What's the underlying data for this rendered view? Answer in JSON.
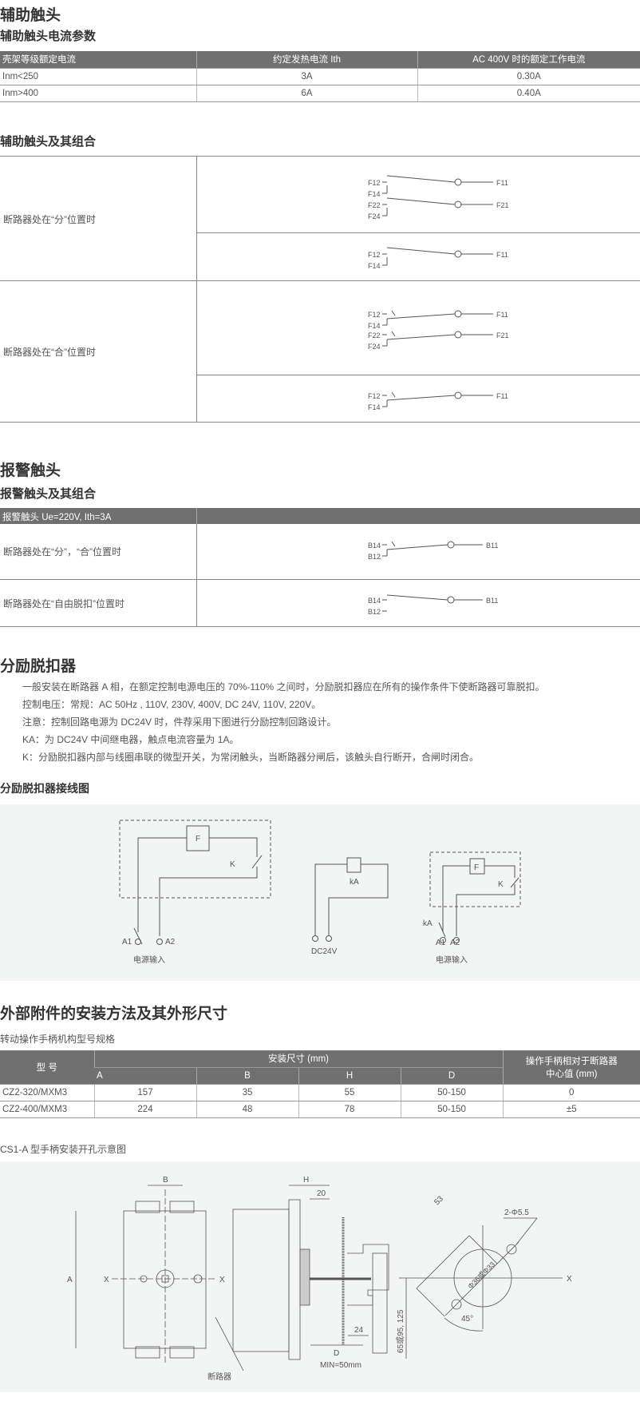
{
  "aux": {
    "title": "辅助触头",
    "params_title": "辅助触头电流参数",
    "params_headers": [
      "壳架等级额定电流",
      "约定发热电流 Ith",
      "AC 400V 时的额定工作电流"
    ],
    "params_rows": [
      [
        "Inm<250",
        "3A",
        "0.30A"
      ],
      [
        "Inm>400",
        "6A",
        "0.40A"
      ]
    ],
    "combo_title": "辅助触头及其组合",
    "combo_rows": [
      {
        "label": "断路器处在“分”位置时"
      },
      {
        "label": "断路器处在“合”位置时"
      }
    ],
    "labels": {
      "F12": "F12",
      "F14": "F14",
      "F22": "F22",
      "F24": "F24",
      "F11": "F11",
      "F21": "F21"
    }
  },
  "alarm": {
    "title": "报警触头",
    "combo_title": "报警触头及其组合",
    "header": "报警触头 Ue=220V, Ith=3A",
    "rows": [
      {
        "label": "断路器处在“分”，“合”位置时"
      },
      {
        "label": "断路器处在“自由脱扣”位置时"
      }
    ],
    "labels": {
      "B14": "B14",
      "B12": "B12",
      "B11": "B11"
    }
  },
  "shunt": {
    "title": "分励脱扣器",
    "paragraphs": [
      "一般安装在断路器 A 相，在额定控制电源电压的 70%-110% 之间时，分励脱扣器应在所有的操作条件下使断路器可靠脱扣。",
      "控制电压：常规：AC 50Hz , 110V, 230V, 400V, DC 24V, 110V, 220V。",
      "注意：控制回路电源为 DC24V 时，件荐采用下图进行分励控制回路设计。",
      "KA：为 DC24V 中间继电器，触点电流容量为 1A。",
      "K：分励脱扣器内部与线圈串联的微型开关，为常闭触头，当断路器分闸后，该触头自行断开，合闸时闭合。"
    ],
    "wiring_title": "分励脱扣器接线图",
    "wiring": {
      "F": "F",
      "K": "K",
      "kA": "kA",
      "A1": "A1",
      "A2": "A2",
      "power_input": "电源输入",
      "dc24v": "DC24V"
    }
  },
  "external": {
    "title": "外部附件的安装方法及其外形尺寸",
    "table_caption": "转动操作手柄机构型号规格",
    "headers": {
      "model": "型 号",
      "install_size": "安装尺寸 (mm)",
      "offset_line1": "操作手柄相对于断路器",
      "offset_line2": "中心值 (mm)",
      "cols": [
        "A",
        "B",
        "H",
        "D"
      ]
    },
    "rows": [
      [
        "CZ2-320/MXM3",
        "157",
        "35",
        "55",
        "50-150",
        "0"
      ],
      [
        "CZ2-400/MXM3",
        "224",
        "48",
        "78",
        "50-150",
        "±5"
      ]
    ],
    "drawing_caption": "CS1-A 型手柄安装开孔示意图",
    "drawing": {
      "B": "B",
      "A": "A",
      "X": "X",
      "H": "H",
      "d20": "20",
      "d24": "24",
      "D": "D",
      "min": "MIN=50mm",
      "breaker": "断路器",
      "d53": "53",
      "holes": "2-Φ5.5",
      "dia": "Φ36或Φ33",
      "angle": "45°",
      "heights": "65或95, 125"
    }
  }
}
